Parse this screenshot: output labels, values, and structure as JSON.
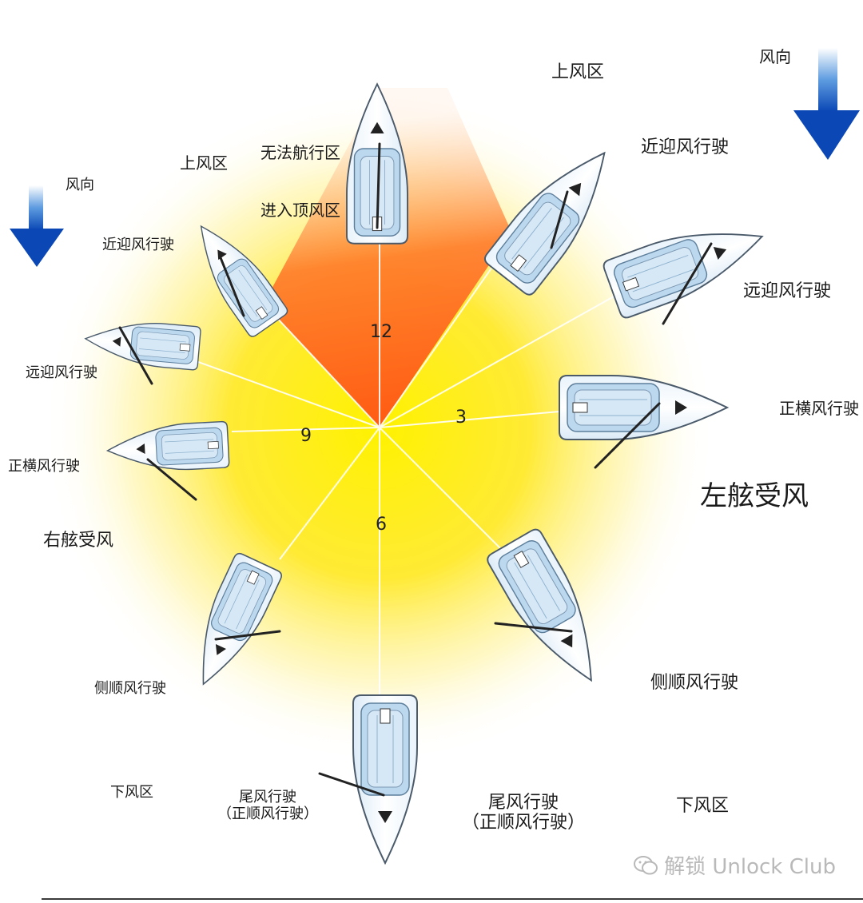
{
  "colors": {
    "accent": "#1565c0",
    "no_go": "#e8401c",
    "glow": "#ffe600"
  },
  "clock": {
    "n12": "12",
    "n3": "3",
    "n9": "9",
    "n6": "6"
  },
  "top": {
    "no_go": "无法航行区",
    "head_to_wind": "进入顶风区"
  },
  "left": {
    "wind": "风向",
    "upwind": "上风区",
    "close_hauled": "近迎风行驶",
    "close_reach": "远迎风行驶",
    "beam_reach": "正横风行驶",
    "tack": "右舷受风",
    "broad_reach": "侧顺风行驶",
    "downwind": "下风区",
    "run_line1": "尾风行驶",
    "run_line2": "（正顺风行驶）"
  },
  "right": {
    "wind": "风向",
    "upwind": "上风区",
    "close_hauled": "近迎风行驶",
    "close_reach": "远迎风行驶",
    "beam_reach": "正横风行驶",
    "tack": "左舷受风",
    "broad_reach": "侧顺风行驶",
    "downwind": "下风区",
    "run_line1": "尾风行驶",
    "run_line2": "（正顺风行驶）"
  },
  "footer": {
    "text": "解锁 Unlock Club",
    "icon": "wechat-icon"
  }
}
